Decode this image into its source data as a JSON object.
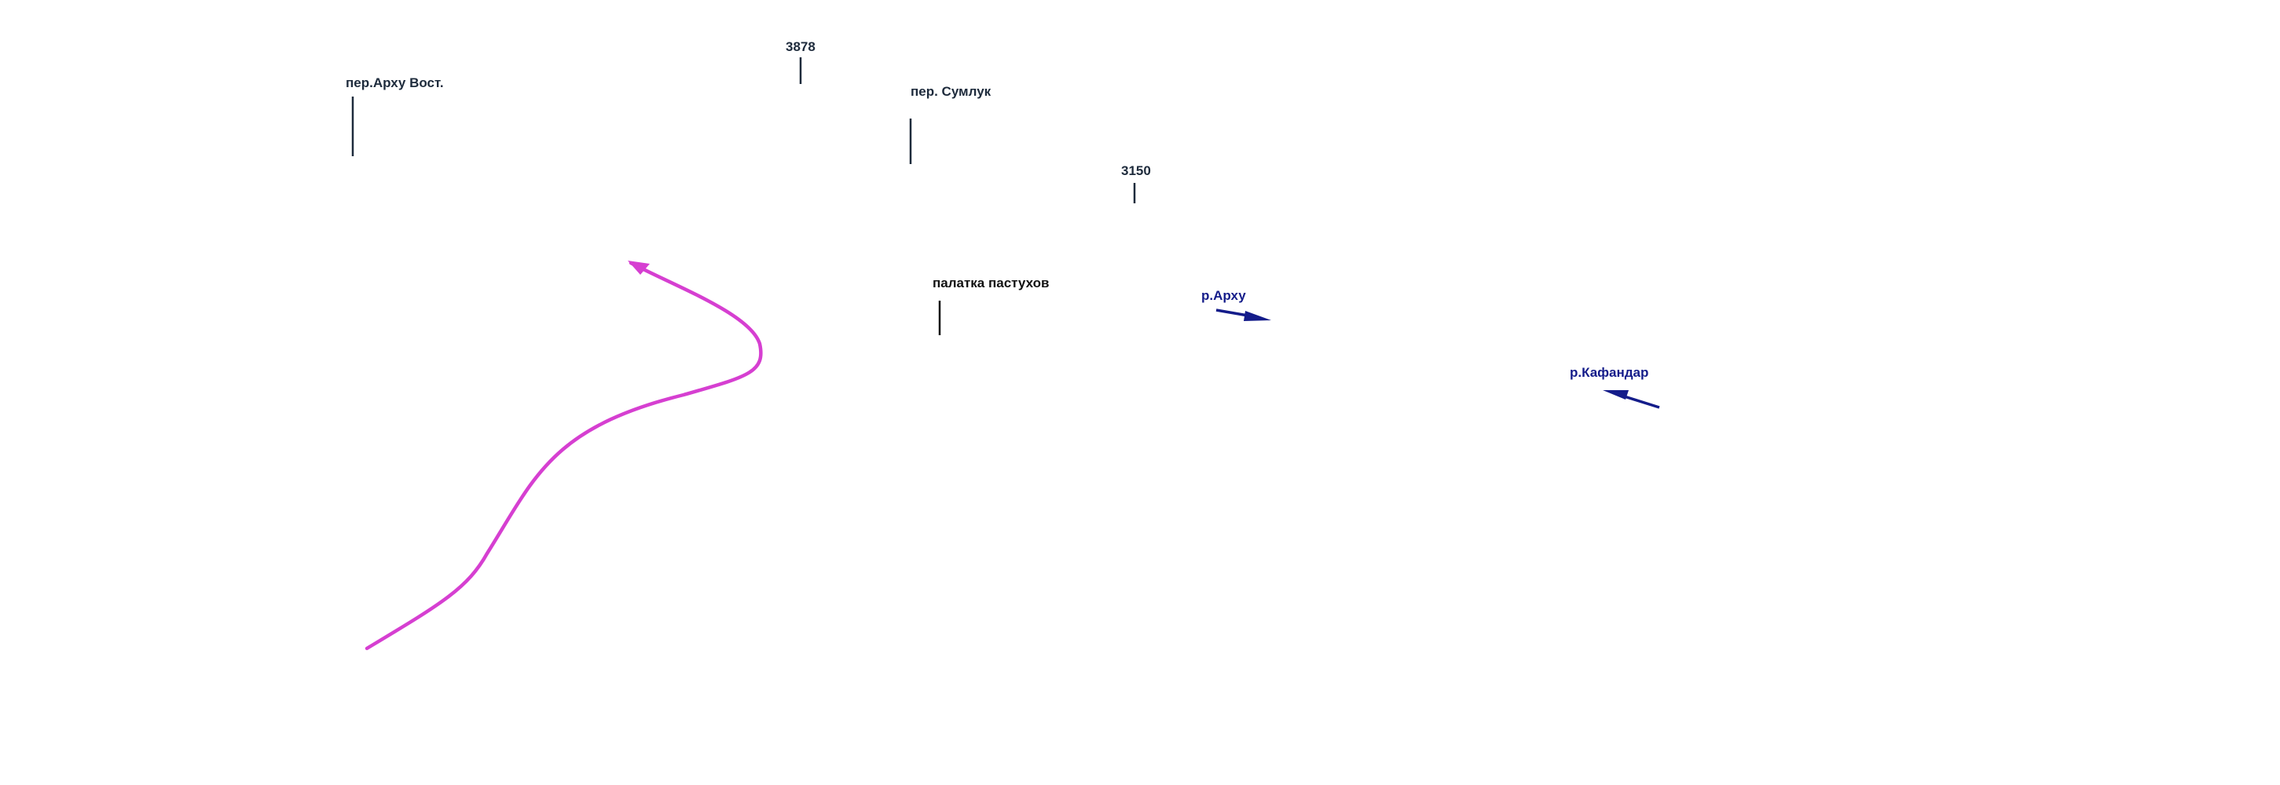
{
  "labels": {
    "pass_arkhu_vost": "пер.Арху Вост.",
    "peak_3878": "3878",
    "pass_sumluk": "пер. Сумлук",
    "peak_3150": "3150",
    "shepherds_tent": "палатка пастухов",
    "river_arkhu": "р.Арху",
    "river_kafandar": "р.Кафандар"
  },
  "colors": {
    "route": "#d63fd1",
    "marker_line": "#1e2b3c",
    "camp_marker": "#111111",
    "river": "#141c8a",
    "background": "#ffffff"
  },
  "icons": {
    "route_arrow": "arrowhead",
    "river_flow": "arrow"
  }
}
